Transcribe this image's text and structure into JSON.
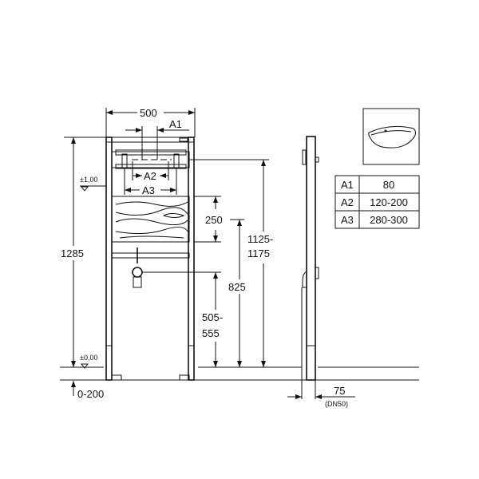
{
  "dims": {
    "width": "500",
    "a1": "A1",
    "a2": "A2",
    "a3": "A3",
    "height_total": "1285",
    "level_top": "±1,00",
    "level_zero": "±0,00",
    "floor_adjust": "0-200",
    "board": "250",
    "tap_height": "825",
    "drain_line1": "505-",
    "drain_line2": "555",
    "mount_line1": "1125-",
    "mount_line2": "1175",
    "depth": "75",
    "depth_note": "(DN50)"
  },
  "table": {
    "rows": [
      {
        "key": "A1",
        "value": "80"
      },
      {
        "key": "A2",
        "value": "120-200"
      },
      {
        "key": "A3",
        "value": "280-300"
      }
    ]
  }
}
